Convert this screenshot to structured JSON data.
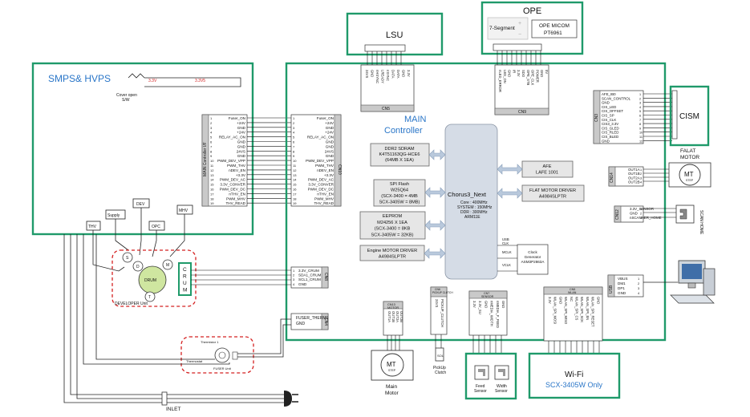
{
  "colors": {
    "frame": "#1f9a6a",
    "title_blue": "#2a76c8",
    "red": "#d42020"
  },
  "smps": {
    "title": "SMPS& HVPS",
    "label_33v": "3.3V",
    "label_33v5": "3.3V5",
    "cover_open": "Cover open",
    "sw": "S/W"
  },
  "main": {
    "title_line1": "MAIN",
    "title_line2": "Controller"
  },
  "lsu": {
    "title": "LSU",
    "cn": "CN5"
  },
  "ope": {
    "title": "OPE",
    "seg": "7-Segment",
    "micom_line1": "OPE MICOM",
    "micom_line2": "PT6961",
    "cn": "CN9"
  },
  "cism": {
    "title": "CISM"
  },
  "falat": {
    "title_line1": "FALAT",
    "title_line2": "MOTOR",
    "mt": "MT",
    "step": "STEP"
  },
  "scan_home": {
    "label": "SCAN HOME"
  },
  "chorus": {
    "name": "Chorus3_Next",
    "core": "Core : 400MHz",
    "system": "SYSTEM : 150MHz",
    "ddr": "DDR : 300MHz",
    "arm": "ARM11E"
  },
  "blocks": {
    "ddr": [
      "DDR2 SDRAM",
      "K4T51163QG-HCE6",
      "(64MB X 1EA)"
    ],
    "spi": [
      "SPI Flash",
      "W25Q64",
      "(SCX-3400 = 4MB",
      "SCX-3405W = 8MB)"
    ],
    "eeprom": [
      "EEPROM",
      "M24256 X 1EA",
      "(SCX-3400 = 8KB",
      "SCX-3405W = 32KB)"
    ],
    "engine": [
      "Engine  MOTOR DRIVER",
      "A4984SLPTR"
    ],
    "afe": [
      "AFE",
      "LAFE 1001"
    ],
    "flat": [
      "FLAT  MOTOR DRIVER",
      "A4984SLPTR"
    ],
    "clock": [
      "Clock",
      "Generator",
      "ASM3P2863A"
    ]
  },
  "clock_signals": [
    "USB CLK",
    "MCLK",
    "VCLK"
  ],
  "smps_conn": {
    "cn": "CN1",
    "side": "MAIN Controller I/F",
    "pins": [
      "Fuser_ON",
      "+24V",
      "GND",
      "+24V",
      "RELAY_AC_ON",
      "GND",
      "GND",
      "24VS",
      "GND",
      "PWM_DEV_VPP",
      "PWM_THV",
      "nDEV_EN",
      "+3.3V",
      "PWM_DEV_AC",
      "3.3V_CONVER",
      "PWM_DEV_DC",
      "nTHV_EN",
      "PWM_MHV",
      "THV_READ"
    ]
  },
  "main_conn": {
    "cn": "CN10",
    "pins": [
      "Fuser_ON",
      "+24V",
      "GND",
      "+24V",
      "RELAY_AC_ON",
      "GND",
      "GND",
      "24VS",
      "GND",
      "PWM_DEV_VPP",
      "PWM_THV",
      "nDEV_EN",
      "+3.3V",
      "PWM_DEV_AC",
      "3.3V_CONVER",
      "PWM_DEV_DC",
      "nTHV_EN",
      "PWM_MHV",
      "THV_READ"
    ]
  },
  "crum_conn": {
    "cn": "CN8",
    "pins": [
      "3.3V_CRUM",
      "SDA1_CRUM",
      "SCL1_CRUM",
      "GND"
    ],
    "label": "CRUM"
  },
  "fuser_conn": {
    "cn": "CN4",
    "pins": [
      "FUSER_THERM1",
      "GND"
    ]
  },
  "lsu_pins": [
    "24VS",
    "GND",
    "nHSYNC",
    "LREADY",
    "nSYNC",
    "DATA",
    "DATA",
    "GND",
    "3.3V"
  ],
  "ope_pins": [
    "nLED_ERROR",
    "LED_ON",
    "GND",
    "IR",
    "3.3V",
    "SDO",
    "OPE_STB",
    "OPE_CLK",
    "POWER",
    "GND",
    "5V"
  ],
  "cism_conn": {
    "cn": "CN3",
    "pins": [
      "AFE_IB0",
      "SCAN_CONTROL",
      "GND",
      "CIS_LED",
      "CIS_OFFSET",
      "CIS_SP",
      "CIS_CLK",
      "CIS3_3.3V",
      "CIS_GLED",
      "CIS_RLED",
      "CIS_BLED",
      "GND"
    ]
  },
  "falat_conn": {
    "cn": "CN14",
    "pins": [
      "OUT1A",
      "OUT1B",
      "OUT2A",
      "OUT2B"
    ]
  },
  "scan_conn": {
    "cn": "CN12",
    "pins": [
      "3.3V_SENSOR",
      "GND",
      "nSCANNER_HOME"
    ]
  },
  "usb_conn": {
    "cn": "CN2",
    "side": "USB",
    "pins": [
      "VBUS",
      "DM1",
      "DP1",
      "GND"
    ]
  },
  "engine_motor": {
    "cn": "CN13",
    "side": "MOTOR",
    "pins": [
      "OUT1A",
      "OUT1B",
      "OUT2A",
      "OUT2B"
    ],
    "label_line1": "Main",
    "label_line2": "Motor",
    "mt": "MT",
    "step": "STEP"
  },
  "pickup": {
    "cn": "CN6",
    "side": "PICKUP CLUTCH",
    "pins": [
      "24VS",
      "PICKUP_CLUTCH"
    ],
    "label_line1": "PickUp",
    "label_line2": "Clutch",
    "sol": "SOL"
  },
  "sensor": {
    "cn": "CN7",
    "side": "SENSOR",
    "pins": [
      "3.3V",
      "3.3V_SU",
      "GND",
      "nMEDIA_WIDTH",
      "nMEDIA_F_FEED",
      "GND"
    ],
    "feed_line1": "Feed",
    "feed_line2": "Sensor",
    "width_line1": "Width",
    "width_line2": "Sensor"
  },
  "wlan": {
    "cn": "CN5",
    "side": "WLAN",
    "pins": [
      "3.3V",
      "WLAN_SPI_MOSI",
      "GND",
      "WLAN_SPI_MISO",
      "NC",
      "WLAN_SPI_CS",
      "WLAN_SPI_SCK",
      "WLAN_SPI_EN",
      "WLAN_SPI_RESET",
      "GND"
    ],
    "title": "Wi-Fi",
    "subtitle": "SCX-3405W Only"
  },
  "thv_labels": {
    "thv": "THV",
    "supply": "Supply",
    "dev": "DEV",
    "opc": "OPC",
    "mhv": "MHV"
  },
  "developer": {
    "label": "DEVELOPER Unit",
    "drum": "DRUM",
    "s": "S",
    "d": "D",
    "m": "M",
    "t": "T",
    "crum_letters": [
      "C",
      "R",
      "U",
      "M"
    ]
  },
  "fuser": {
    "thermistor": "Thermistor 1",
    "thermostat": "Thermostat",
    "unit": "FUSER Unit"
  },
  "inlet": "INLET"
}
